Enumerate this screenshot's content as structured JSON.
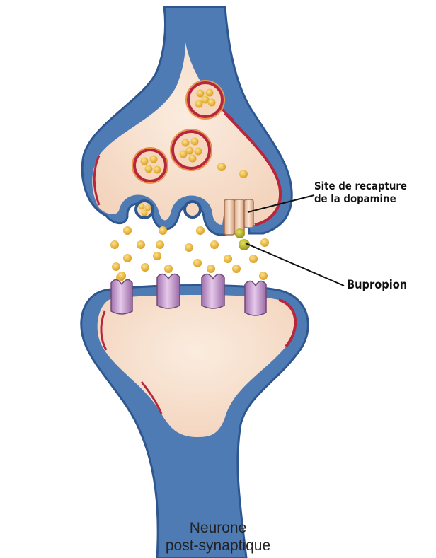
{
  "labels": {
    "reuptake_site_line1": "Site de recapture",
    "reuptake_site_line2": "de la dopamine",
    "bupropion": "Bupropion",
    "neuron_line1": "Neurone",
    "neuron_line2": "post-synaptique"
  },
  "colors": {
    "membrane_blue": "#4f7bb5",
    "cytoplasm": "#f8e2d0",
    "inner_red": "#b8263e",
    "vesicle_gold": "#e8b030",
    "receptor_purple": "#b98ac2",
    "transporter": "#efc9a8",
    "bupropion_green": "#b8b828"
  }
}
